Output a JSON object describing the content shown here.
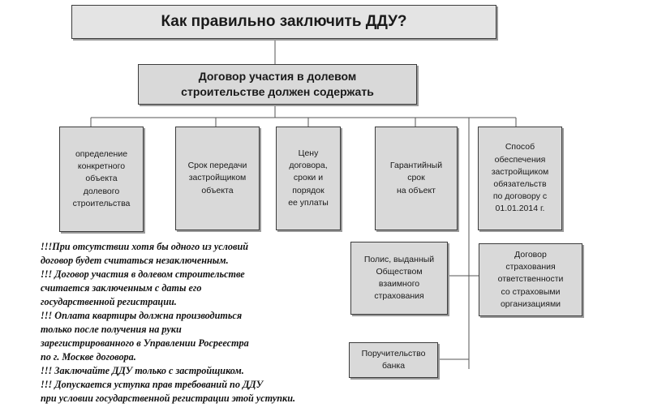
{
  "title": "Как правильно заключить ДДУ?",
  "main_box": [
    "Договор участия в долевом",
    "строительстве должен содержать"
  ],
  "requirements": [
    [
      "определение",
      "конкретного",
      "объекта",
      "долевого",
      "строительства"
    ],
    [
      "Срок передачи",
      "застройщиком",
      "объекта"
    ],
    [
      "Цену",
      "договора,",
      "сроки и",
      "порядок",
      "ее уплаты"
    ],
    [
      "Гарантийный",
      "срок",
      "на объект"
    ],
    [
      "Способ",
      "обеспечения",
      "застройщиком",
      "обязательств",
      "по договору с",
      "01.01.2014 г."
    ]
  ],
  "guarantee_methods": {
    "mutual_insurance": [
      "Полис, выданный",
      "Обществом",
      "взаимного",
      "страхования"
    ],
    "insurance_contract": [
      "Договор",
      "страхования",
      "ответственности",
      "со страховыми",
      "организациями"
    ],
    "bank_surety": [
      "Поручительство",
      "банка"
    ]
  },
  "notes": [
    "!!!При отсутствии хотя бы одного из условий",
    "договор будет считаться незаключенным.",
    "!!! Договор участия в долевом строительстве",
    "считается заключенным с даты его",
    "государственной регистрации.",
    "!!! Оплата квартиры должна производиться",
    "только после получения на руки",
    "зарегистрированного в Управлении Росреестра",
    "по г. Москве договора.",
    "!!! Заключайте ДДУ только с застройщиком.",
    "!!! Допускается уступка прав требований по ДДУ",
    "при условии государственной регистрации этой уступки."
  ]
}
